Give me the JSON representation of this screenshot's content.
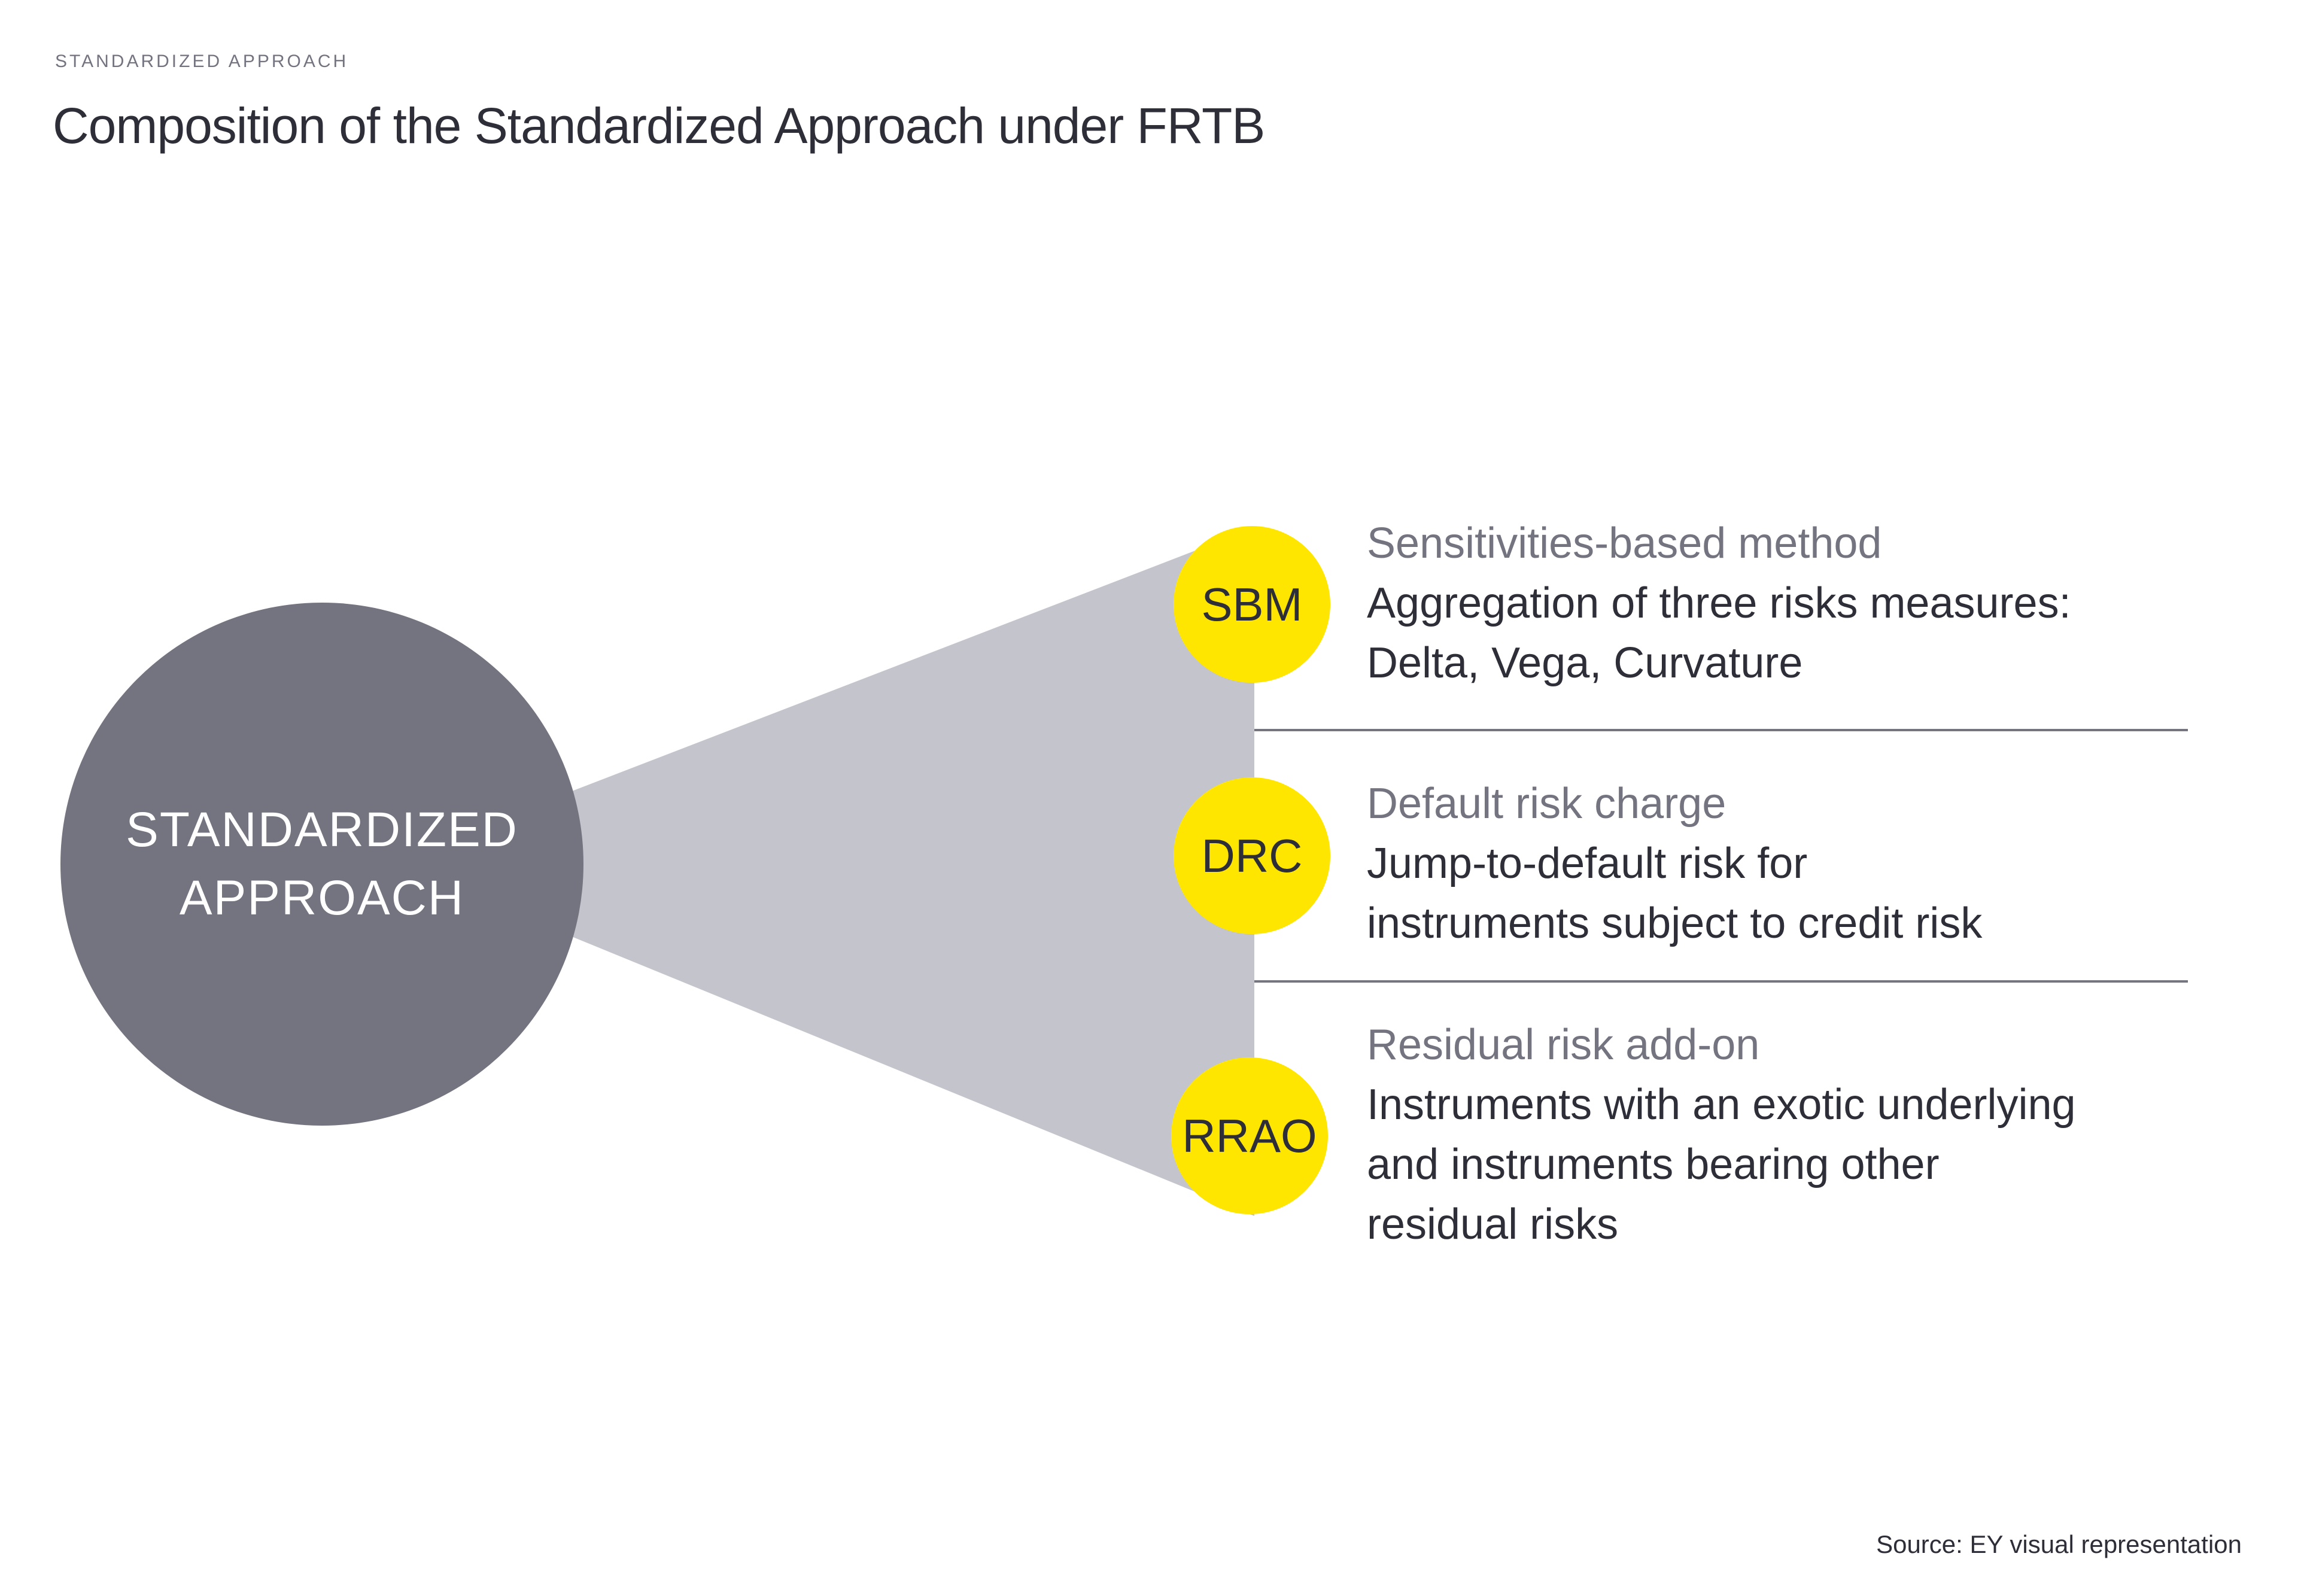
{
  "header": {
    "eyebrow": "STANDARDIZED APPROACH",
    "title": "Composition of the Standardized Approach under FRTB"
  },
  "diagram": {
    "root": {
      "label_line1": "STANDARDIZED",
      "label_line2": "APPROACH"
    },
    "branches": [
      {
        "label": "SBM",
        "heading": "Sensitivities-based method",
        "body_lines": [
          "Aggregation of three risks measures:",
          "Delta, Vega, Curvature"
        ]
      },
      {
        "label": "DRC",
        "heading": "Default risk charge",
        "body_lines": [
          "Jump-to-default risk for",
          "instruments subject to credit risk"
        ]
      },
      {
        "label": "RRAO",
        "heading": "Residual risk add-on",
        "body_lines": [
          "Instruments with an exotic underlying",
          "and instruments bearing other",
          "residual risks"
        ]
      }
    ]
  },
  "footer": {
    "source": "Source: EY visual representation"
  },
  "colors": {
    "dark": "#2E2E38",
    "gray": "#747480",
    "light": "#C4C4CD",
    "yellow": "#FFE600",
    "divider": "#75757F",
    "white": "#FFFFFF"
  }
}
